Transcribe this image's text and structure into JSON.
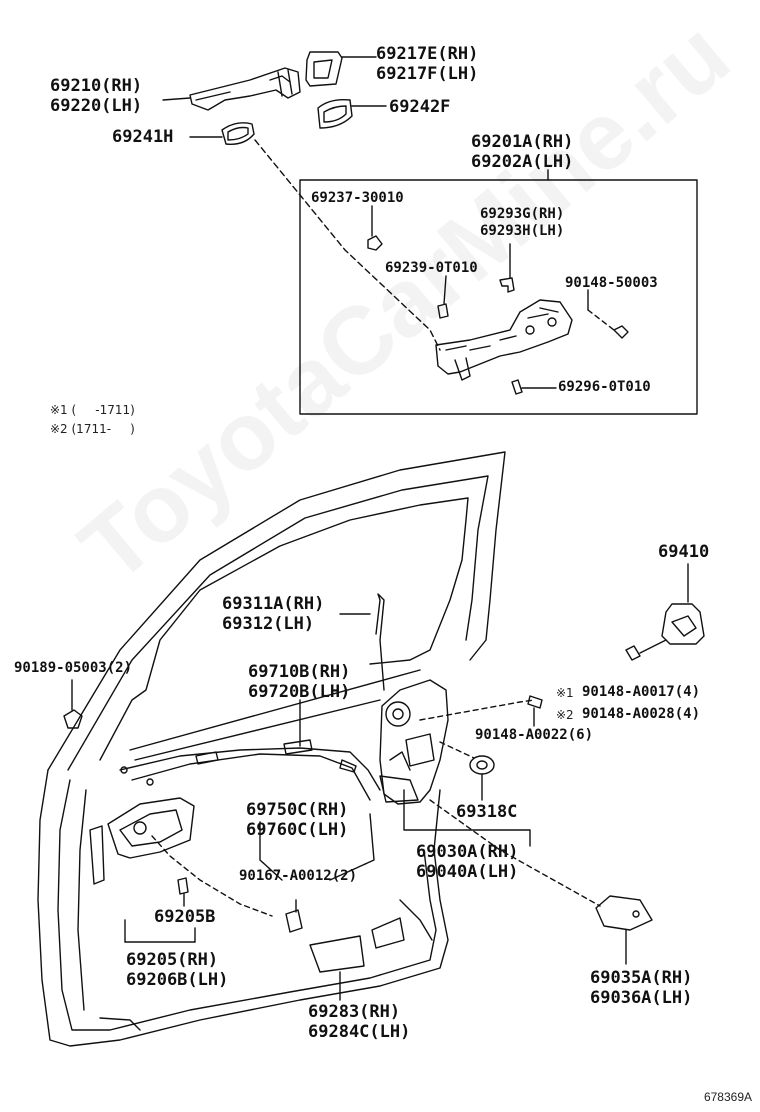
{
  "labels": {
    "p69217": [
      "69217E(RH)",
      "69217F(LH)"
    ],
    "p69210": [
      "69210(RH)",
      "69220(LH)"
    ],
    "p69242": "69242F",
    "p69241": "69241H",
    "p69201": [
      "69201A(RH)",
      "69202A(LH)"
    ],
    "p69237": "69237-30010",
    "p69293": [
      "69293G(RH)",
      "69293H(LH)"
    ],
    "p69239": "69239-0T010",
    "p90148_50003": "90148-50003",
    "p69296": "69296-0T010",
    "p69410": "69410",
    "p69311": [
      "69311A(RH)",
      "69312(LH)"
    ],
    "p90189": "90189-05003(2)",
    "p69710": [
      "69710B(RH)",
      "69720B(LH)"
    ],
    "p90148_a0017": "90148-A0017(4)",
    "p90148_a0028": "90148-A0028(4)",
    "p90148_a0022": "90148-A0022(6)",
    "p69318": "69318C",
    "p69750": [
      "69750C(RH)",
      "69760C(LH)"
    ],
    "p69030": [
      "69030A(RH)",
      "69040A(LH)"
    ],
    "p90167": "90167-A0012(2)",
    "p69205B": "69205B",
    "p69205": [
      "69205(RH)",
      "69206B(LH)"
    ],
    "p69035": [
      "69035A(RH)",
      "69036A(LH)"
    ],
    "p69283": [
      "69283(RH)",
      "69284C(LH)"
    ]
  },
  "notes": {
    "n1": "※1 (     -1711)",
    "n2": "※2 (1711-     )",
    "m1": "※1",
    "m2": "※2"
  },
  "watermark": "ToyotaCarMine.ru",
  "diagram_code": "678369A"
}
